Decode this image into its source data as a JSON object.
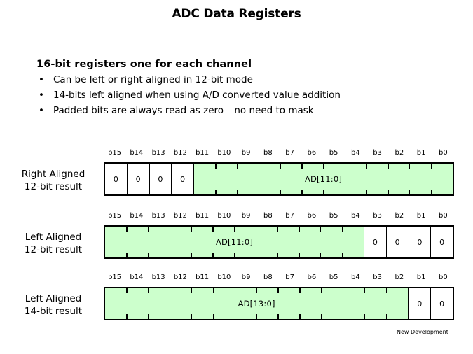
{
  "slide": {
    "title": "ADC Data Registers",
    "heading": "16-bit registers one for each channel",
    "bullet_char": "•",
    "bullets": [
      "Can be left or right aligned in 12-bit mode",
      "14-bits left aligned when using A/D converted value addition",
      "Padded bits are always read as zero – no need to mask"
    ],
    "footnote": "New Development"
  },
  "colors": {
    "field_green": "#ccffcc",
    "outline": "#000000",
    "background": "#ffffff",
    "text": "#000000"
  },
  "bit_labels": [
    "b15",
    "b14",
    "b13",
    "b12",
    "b11",
    "b10",
    "b9",
    "b8",
    "b7",
    "b6",
    "b5",
    "b4",
    "b3",
    "b2",
    "b1",
    "b0"
  ],
  "zero_value": "0",
  "registers": [
    {
      "label_line1": "Right Aligned",
      "label_line2": "12-bit result",
      "bit_labels": [
        "b15",
        "b14",
        "b13",
        "b12",
        "b11",
        "b10",
        "b9",
        "b8",
        "b7",
        "b6",
        "b5",
        "b4",
        "b3",
        "b2",
        "b1",
        "b0"
      ],
      "segments": [
        {
          "kind": "zeros",
          "bits": 4,
          "values": [
            "0",
            "0",
            "0",
            "0"
          ]
        },
        {
          "kind": "field",
          "bits": 12,
          "text": "AD[11:0]"
        }
      ]
    },
    {
      "label_line1": "Left Aligned",
      "label_line2": "12-bit result",
      "bit_labels": [
        "b15",
        "b14",
        "b13",
        "b12",
        "b11",
        "b10",
        "b9",
        "b8",
        "b7",
        "b6",
        "b5",
        "b4",
        "b3",
        "b2",
        "b1",
        "b0"
      ],
      "segments": [
        {
          "kind": "field",
          "bits": 12,
          "text": "AD[11:0]"
        },
        {
          "kind": "zeros",
          "bits": 4,
          "values": [
            "0",
            "0",
            "0",
            "0"
          ]
        }
      ]
    },
    {
      "label_line1": "Left Aligned",
      "label_line2": "14-bit result",
      "bit_labels": [
        "b15",
        "b14",
        "b13",
        "b12",
        "b11",
        "b10",
        "b9",
        "b8",
        "b7",
        "b6",
        "b5",
        "b4",
        "b3",
        "b2",
        "b1",
        "b0"
      ],
      "segments": [
        {
          "kind": "field",
          "bits": 14,
          "text": "AD[13:0]"
        },
        {
          "kind": "zeros",
          "bits": 2,
          "values": [
            "0",
            "0"
          ]
        }
      ]
    }
  ]
}
